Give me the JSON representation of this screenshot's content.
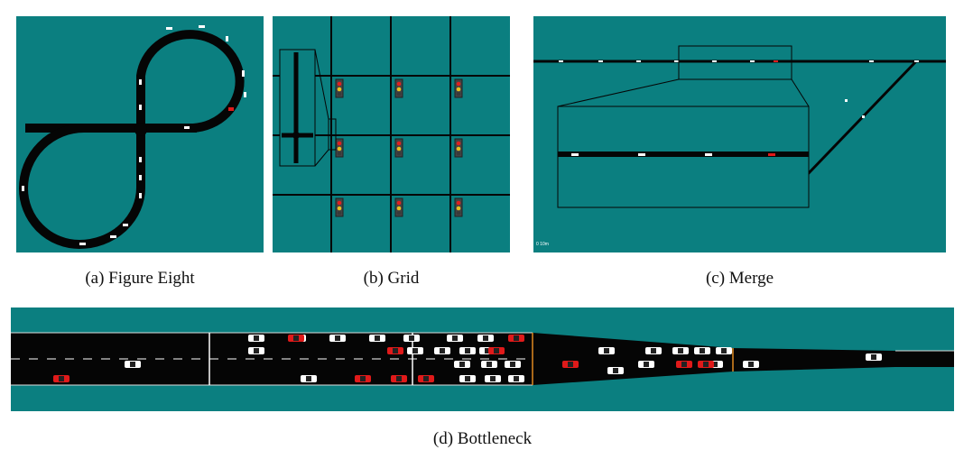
{
  "captions": {
    "figure_eight": "(a) Figure Eight",
    "grid": "(b) Grid",
    "merge": "(c) Merge",
    "bottleneck": "(d) Bottleneck"
  },
  "merge_scale_label": "0 10m",
  "colors": {
    "background": "#0b7f80",
    "road": "#050505",
    "lane_marking": "#ffffff",
    "autonomous_vehicle": "#e01a1a",
    "human_vehicle": "#ffffff",
    "traffic_light_red": "#e02020",
    "traffic_light_yellow": "#e8c020"
  }
}
